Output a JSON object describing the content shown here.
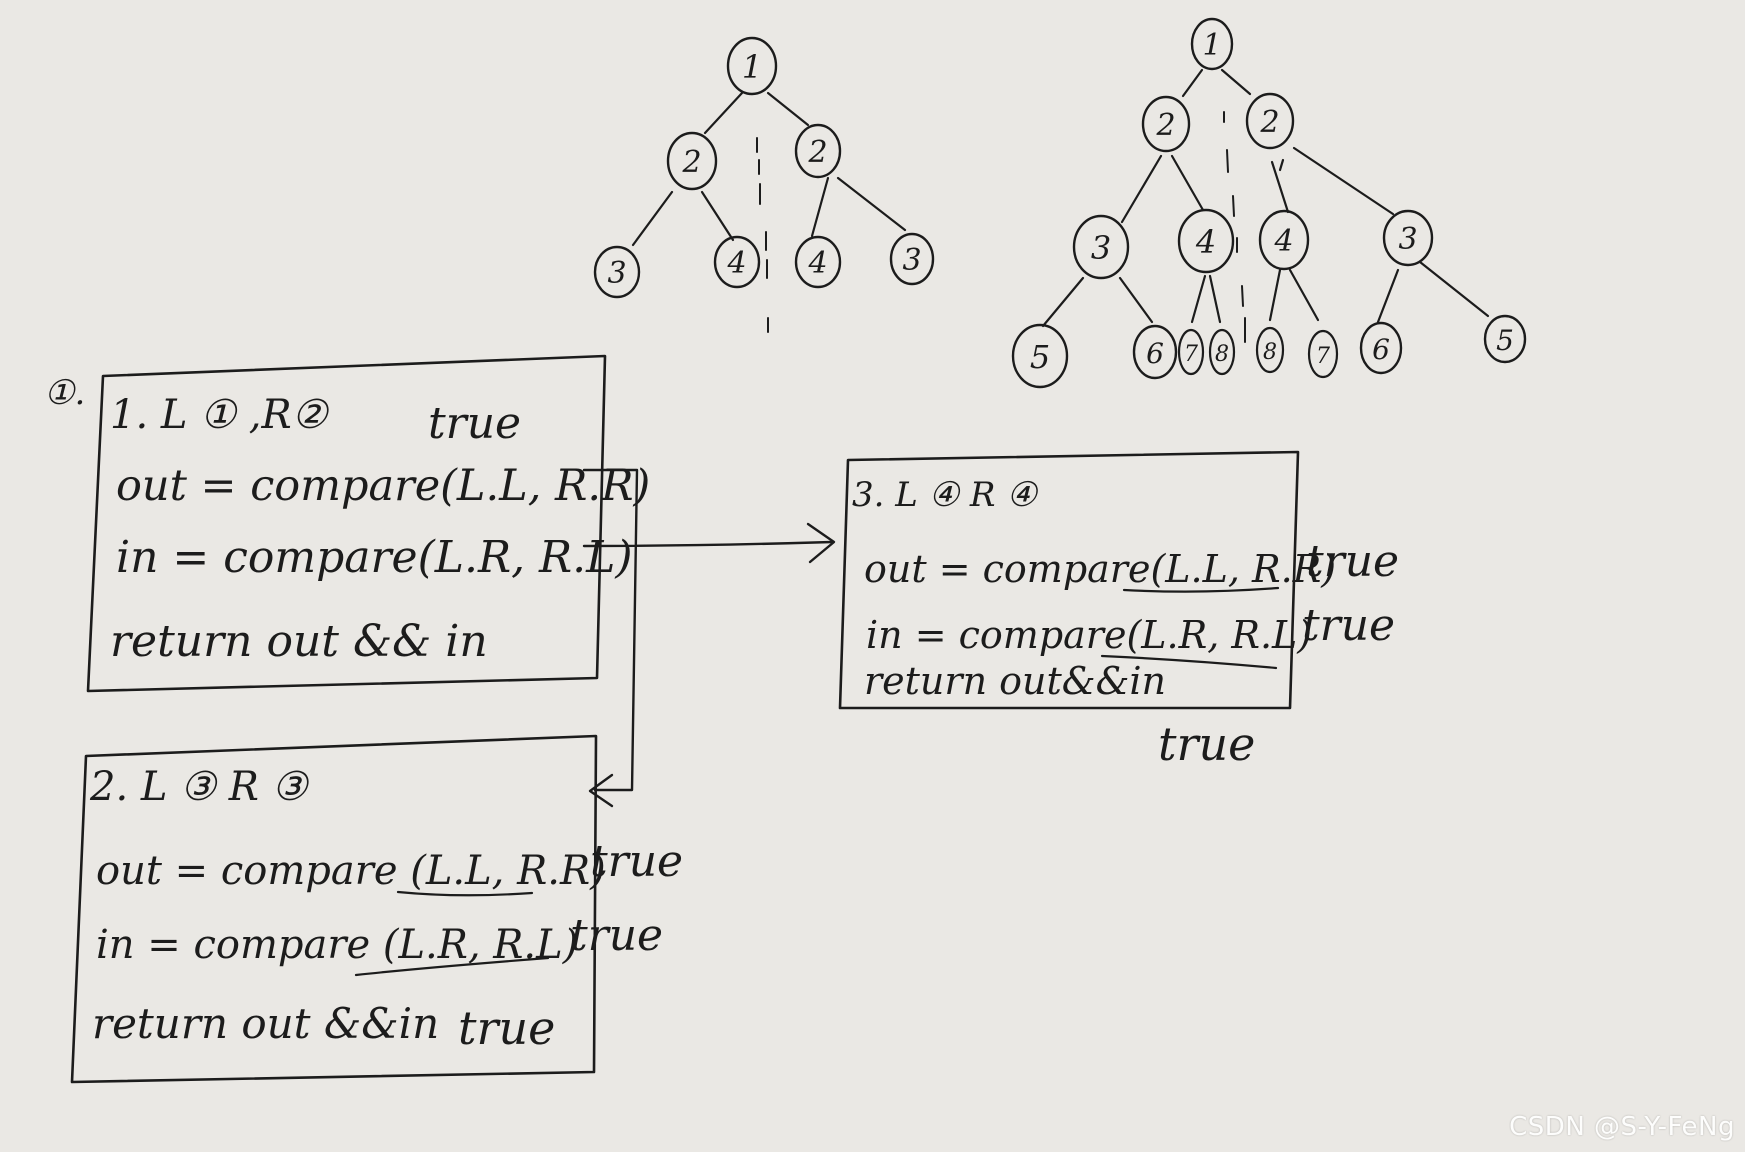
{
  "colors": {
    "paper": "#eae8e4",
    "ink": "#1c1c1c",
    "watermark": "#ffffff"
  },
  "trees": {
    "left": {
      "nodes": [
        "1",
        "2",
        "2",
        "3",
        "4",
        "4",
        "3"
      ]
    },
    "right": {
      "nodes": [
        "1",
        "2",
        "2",
        "3",
        "4",
        "4",
        "3",
        "5",
        "6",
        "7",
        "8",
        "8",
        "7",
        "6",
        "5"
      ]
    }
  },
  "diagram": {
    "section_mark": "①.",
    "box1": {
      "header": "1.  L ①  ,R②",
      "true_note": "true",
      "line_out": "out = compare(L.L, R.R)",
      "line_in": "in = compare(L.R, R.L)",
      "line_return": "return  out && in"
    },
    "box2": {
      "header": "2.    L ③    R ③",
      "line_out": "out = compare (L.L, R.R)",
      "line_out_result": "true",
      "line_in": "in = compare (L.R, R.L)",
      "line_in_result": "true",
      "line_return": "return  out &&in",
      "line_return_result": "true"
    },
    "box3": {
      "header": "3.  L ④     R ④",
      "line_out": "out = compare(L.L, R.R)",
      "line_out_result": "true",
      "line_in": "in = compare(L.R, R.L)",
      "line_in_result": "true",
      "line_return": "return  out&&in",
      "below_result": "true"
    }
  },
  "watermark": "CSDN @S-Y-FeNg"
}
